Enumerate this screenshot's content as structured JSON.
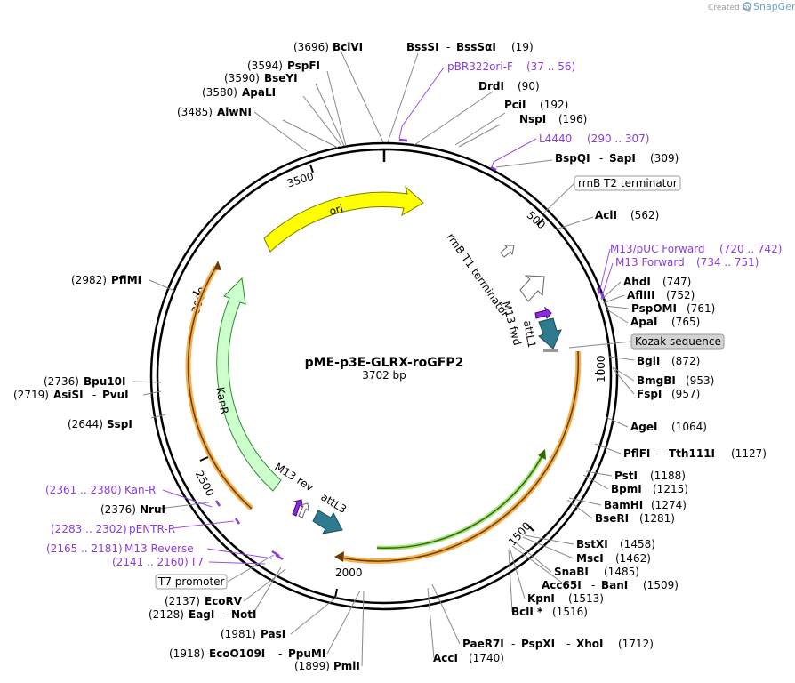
{
  "title": "pME-p3E-GLRX-roGFP2",
  "length": "3702 bp",
  "credit": {
    "prefix": "Created by",
    "brand": "SnapGene"
  },
  "ticks": [
    "500",
    "1000",
    "1500",
    "2000",
    "2500",
    "3000",
    "3500"
  ],
  "features": {
    "ori": "ori",
    "kanr": "KanR",
    "rrnb_t1": "rrnB T1 terminator",
    "m13fwd": "M13 fwd",
    "attl1": "attL1",
    "m13rev": "M13 rev",
    "attl3": "attL3"
  },
  "boxed": {
    "rrnb_t2": "rrnB T2 terminator",
    "kozak": "Kozak sequence",
    "t7prom": "T7 promoter"
  },
  "labels": {
    "bcivi_pos": "(3696)",
    "bcivi": "BciVI",
    "bsssi": "BssSI",
    "bsssai": "BssSαI",
    "bsssi_pos": "(19)",
    "pbr_f": "pBR322ori-F",
    "pbr_f_pos": "(37 .. 56)",
    "drdi": "DrdI",
    "drdi_pos": "(90)",
    "pcii": "PciI",
    "pcii_pos": "(192)",
    "nspi": "NspI",
    "nspi_pos": "(196)",
    "l4440": "L4440",
    "l4440_pos": "(290 .. 307)",
    "bspqi": "BspQI",
    "sapi": "SapI",
    "bspqi_pos": "(309)",
    "acli": "AclI",
    "acli_pos": "(562)",
    "m13puc": "M13/pUC Forward",
    "m13puc_pos": "(720 .. 742)",
    "m13f": "M13 Forward",
    "m13f_pos": "(734 .. 751)",
    "ahdi": "AhdI",
    "ahdi_pos": "(747)",
    "aflii": "AflIII",
    "aflii_pos": "(752)",
    "pspomi": "PspOMI",
    "pspomi_pos": "(761)",
    "apai": "ApaI",
    "apai_pos": "(765)",
    "bgli": "BglI",
    "bgli_pos": "(872)",
    "bmgbi": "BmgBI",
    "bmgbi_pos": "(953)",
    "fspi": "FspI",
    "fspi_pos": "(957)",
    "agei": "AgeI",
    "agei_pos": "(1064)",
    "pflfi": "PflFI",
    "tth111i": "Tth111I",
    "pflfi_pos": "(1127)",
    "psti": "PstI",
    "psti_pos": "(1188)",
    "bpmi": "BpmI",
    "bpmi_pos": "(1215)",
    "bamhi": "BamHI",
    "bamhi_pos": "(1274)",
    "bseri": "BseRI",
    "bseri_pos": "(1281)",
    "bstxi": "BstXI",
    "bstxi_pos": "(1458)",
    "msci": "MscI",
    "msci_pos": "(1462)",
    "snabi": "SnaBI",
    "snabi_pos": "(1485)",
    "acc65i": "Acc65I",
    "bani": "BanI",
    "acc65i_pos": "(1509)",
    "kpni": "KpnI",
    "kpni_pos": "(1513)",
    "bcli": "BclI *",
    "bcli_pos": "(1516)",
    "paer7i": "PaeR7I",
    "pspxi": "PspXI",
    "xhoi": "XhoI",
    "paer7i_pos": "(1712)",
    "acci": "AccI",
    "acci_pos": "(1740)",
    "pmli": "PmlI",
    "pmli_pos": "(1899)",
    "eco109": "EcoO109I",
    "ppumi": "PpuMI",
    "eco109_pos": "(1918)",
    "pasi": "PasI",
    "pasi_pos": "(1981)",
    "eagi": "EagI",
    "noti": "NotI",
    "eagi_pos": "(2128)",
    "ecorv": "EcoRV",
    "ecorv_pos": "(2137)",
    "t7": "T7",
    "t7_pos": "(2141 .. 2160)",
    "m13r": "M13 Reverse",
    "m13r_pos": "(2165 .. 2181)",
    "pentr": "pENTR-R",
    "pentr_pos": "(2283 .. 2302)",
    "nrui": "NruI",
    "nrui_pos": "(2376)",
    "kanr_p": "Kan-R",
    "kanr_p_pos": "(2361 .. 2380)",
    "sspi": "SspI",
    "sspi_pos": "(2644)",
    "asisi": "AsiSI",
    "pvui": "PvuI",
    "asisi_pos": "(2719)",
    "bpu10i": "Bpu10I",
    "bpu10i_pos": "(2736)",
    "pflmi": "PflMI",
    "pflmi_pos": "(2982)",
    "alwni": "AlwNI",
    "alwni_pos": "(3485)",
    "apali": "ApaLI",
    "apali_pos": "(3580)",
    "bseyi": "BseYI",
    "bseyi_pos": "(3590)",
    "pspfi": "PspFI",
    "pspfi_pos": "(3594)"
  }
}
